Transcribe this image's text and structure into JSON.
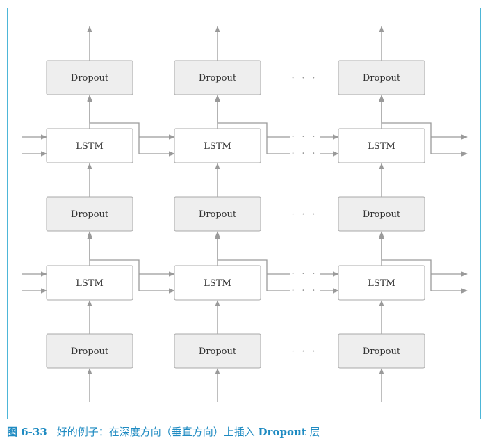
{
  "diagram": {
    "dropout_label": "Dropout",
    "lstm_label": "LSTM",
    "ellipsis": "· · ·",
    "columns": 3,
    "lstm_layers": 2,
    "dropout_layers": 3,
    "colors": {
      "frame": "#4db6d8",
      "caption": "#1f8bc2",
      "dropout_fill": "#eeeeee",
      "lstm_fill": "#ffffff",
      "box_stroke": "#a8a8a8",
      "arrow": "#9a9a9a"
    }
  },
  "caption": {
    "figure_number": "图 6-33",
    "text_before": "好的例子：在深度方向（垂直方向）上插入 ",
    "keyword": "Dropout",
    "text_after": " 层"
  }
}
